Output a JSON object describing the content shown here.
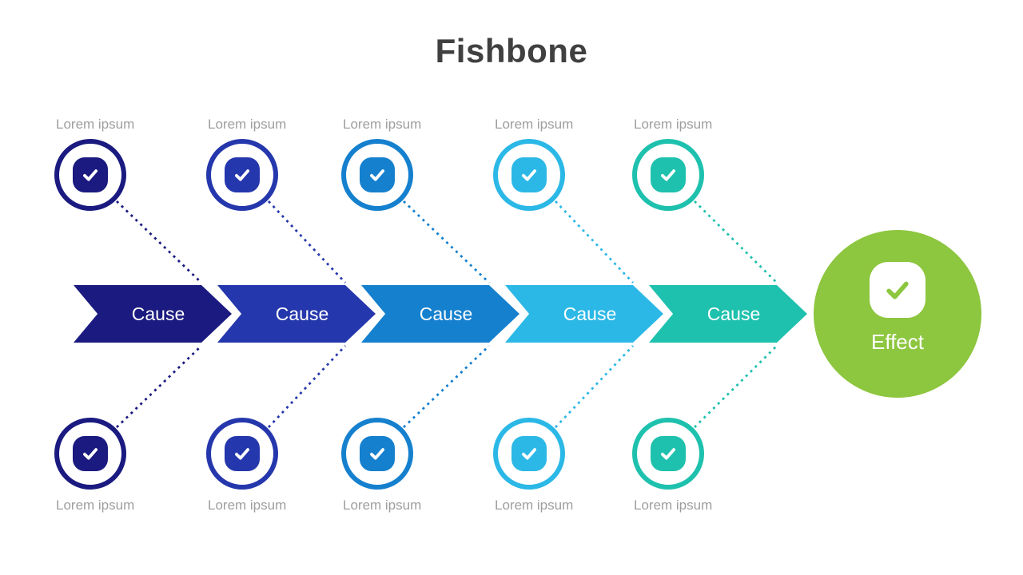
{
  "title": "Fishbone",
  "effect": {
    "label": "Effect",
    "color": "#8DC63F",
    "icon": "check-icon"
  },
  "columns": [
    {
      "cause_label": "Cause",
      "top_label": "Lorem ipsum",
      "bottom_label": "Lorem ipsum",
      "color": "#1A1A80",
      "icon": "check-icon"
    },
    {
      "cause_label": "Cause",
      "top_label": "Lorem ipsum",
      "bottom_label": "Lorem ipsum",
      "color": "#2537AC",
      "icon": "check-icon"
    },
    {
      "cause_label": "Cause",
      "top_label": "Lorem ipsum",
      "bottom_label": "Lorem ipsum",
      "color": "#1580CE",
      "icon": "check-icon"
    },
    {
      "cause_label": "Cause",
      "top_label": "Lorem ipsum",
      "bottom_label": "Lorem ipsum",
      "color": "#2BB8E6",
      "icon": "check-icon"
    },
    {
      "cause_label": "Cause",
      "top_label": "Lorem ipsum",
      "bottom_label": "Lorem ipsum",
      "color": "#1EC1AD",
      "icon": "check-icon"
    }
  ],
  "colors": {
    "title_text": "#404040",
    "node_label_text": "#9E9E9E",
    "arrow_text": "#FFFFFF",
    "background": "#FFFFFF"
  }
}
